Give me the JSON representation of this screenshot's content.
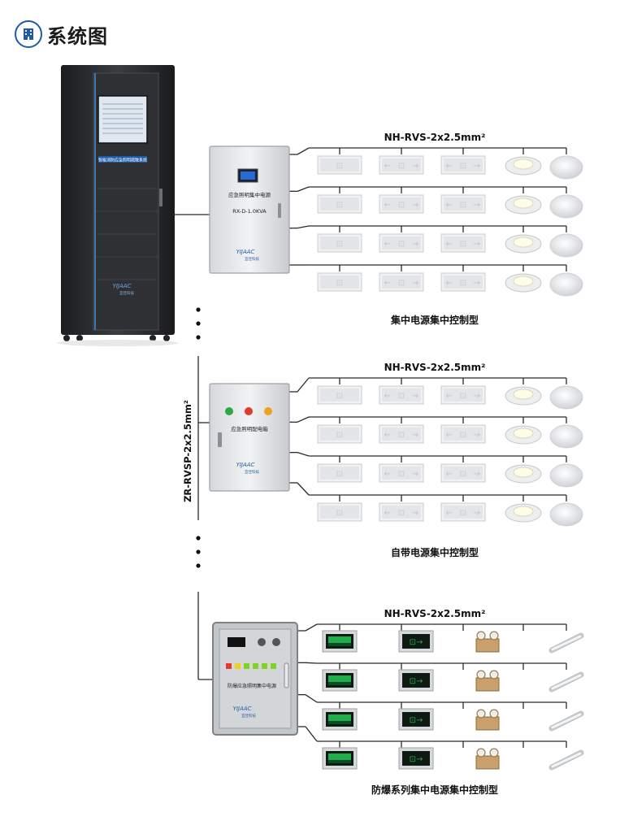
{
  "header": {
    "title": "系统图",
    "icon": "building-icon"
  },
  "backbone_label": "ZR-RVSP-2x2.5mm²",
  "cabinet": {
    "screen_caption": "智能消防应急照明疏散系统",
    "brand": "YIJAAC",
    "brand_sub": "宜佳科技"
  },
  "groups": [
    {
      "cable": "NH-RVS-2x2.5mm²",
      "caption": "集中电源集中控制型",
      "box_label": "应急照明集中电源",
      "box_model": "RX-D-1.0KVA",
      "brand": "YIJAAC",
      "brand_sub": "宜佳科技"
    },
    {
      "cable": "NH-RVS-2x2.5mm²",
      "caption": "自带电源集中控制型",
      "box_label": "应急照明配电箱",
      "brand": "YIJAAC",
      "brand_sub": "宜佳科技"
    },
    {
      "cable": "NH-RVS-2x2.5mm²",
      "caption": "防爆系列集中电源集中控制型",
      "box_label": "防爆应急照明集中电源",
      "brand": "YIJAAC",
      "brand_sub": "宜佳科技"
    }
  ],
  "colors": {
    "line": "#2a2a2a",
    "accent": "#1e5aa8",
    "exit_green": "#1fae4b",
    "cabinet": "#2b2d30"
  }
}
